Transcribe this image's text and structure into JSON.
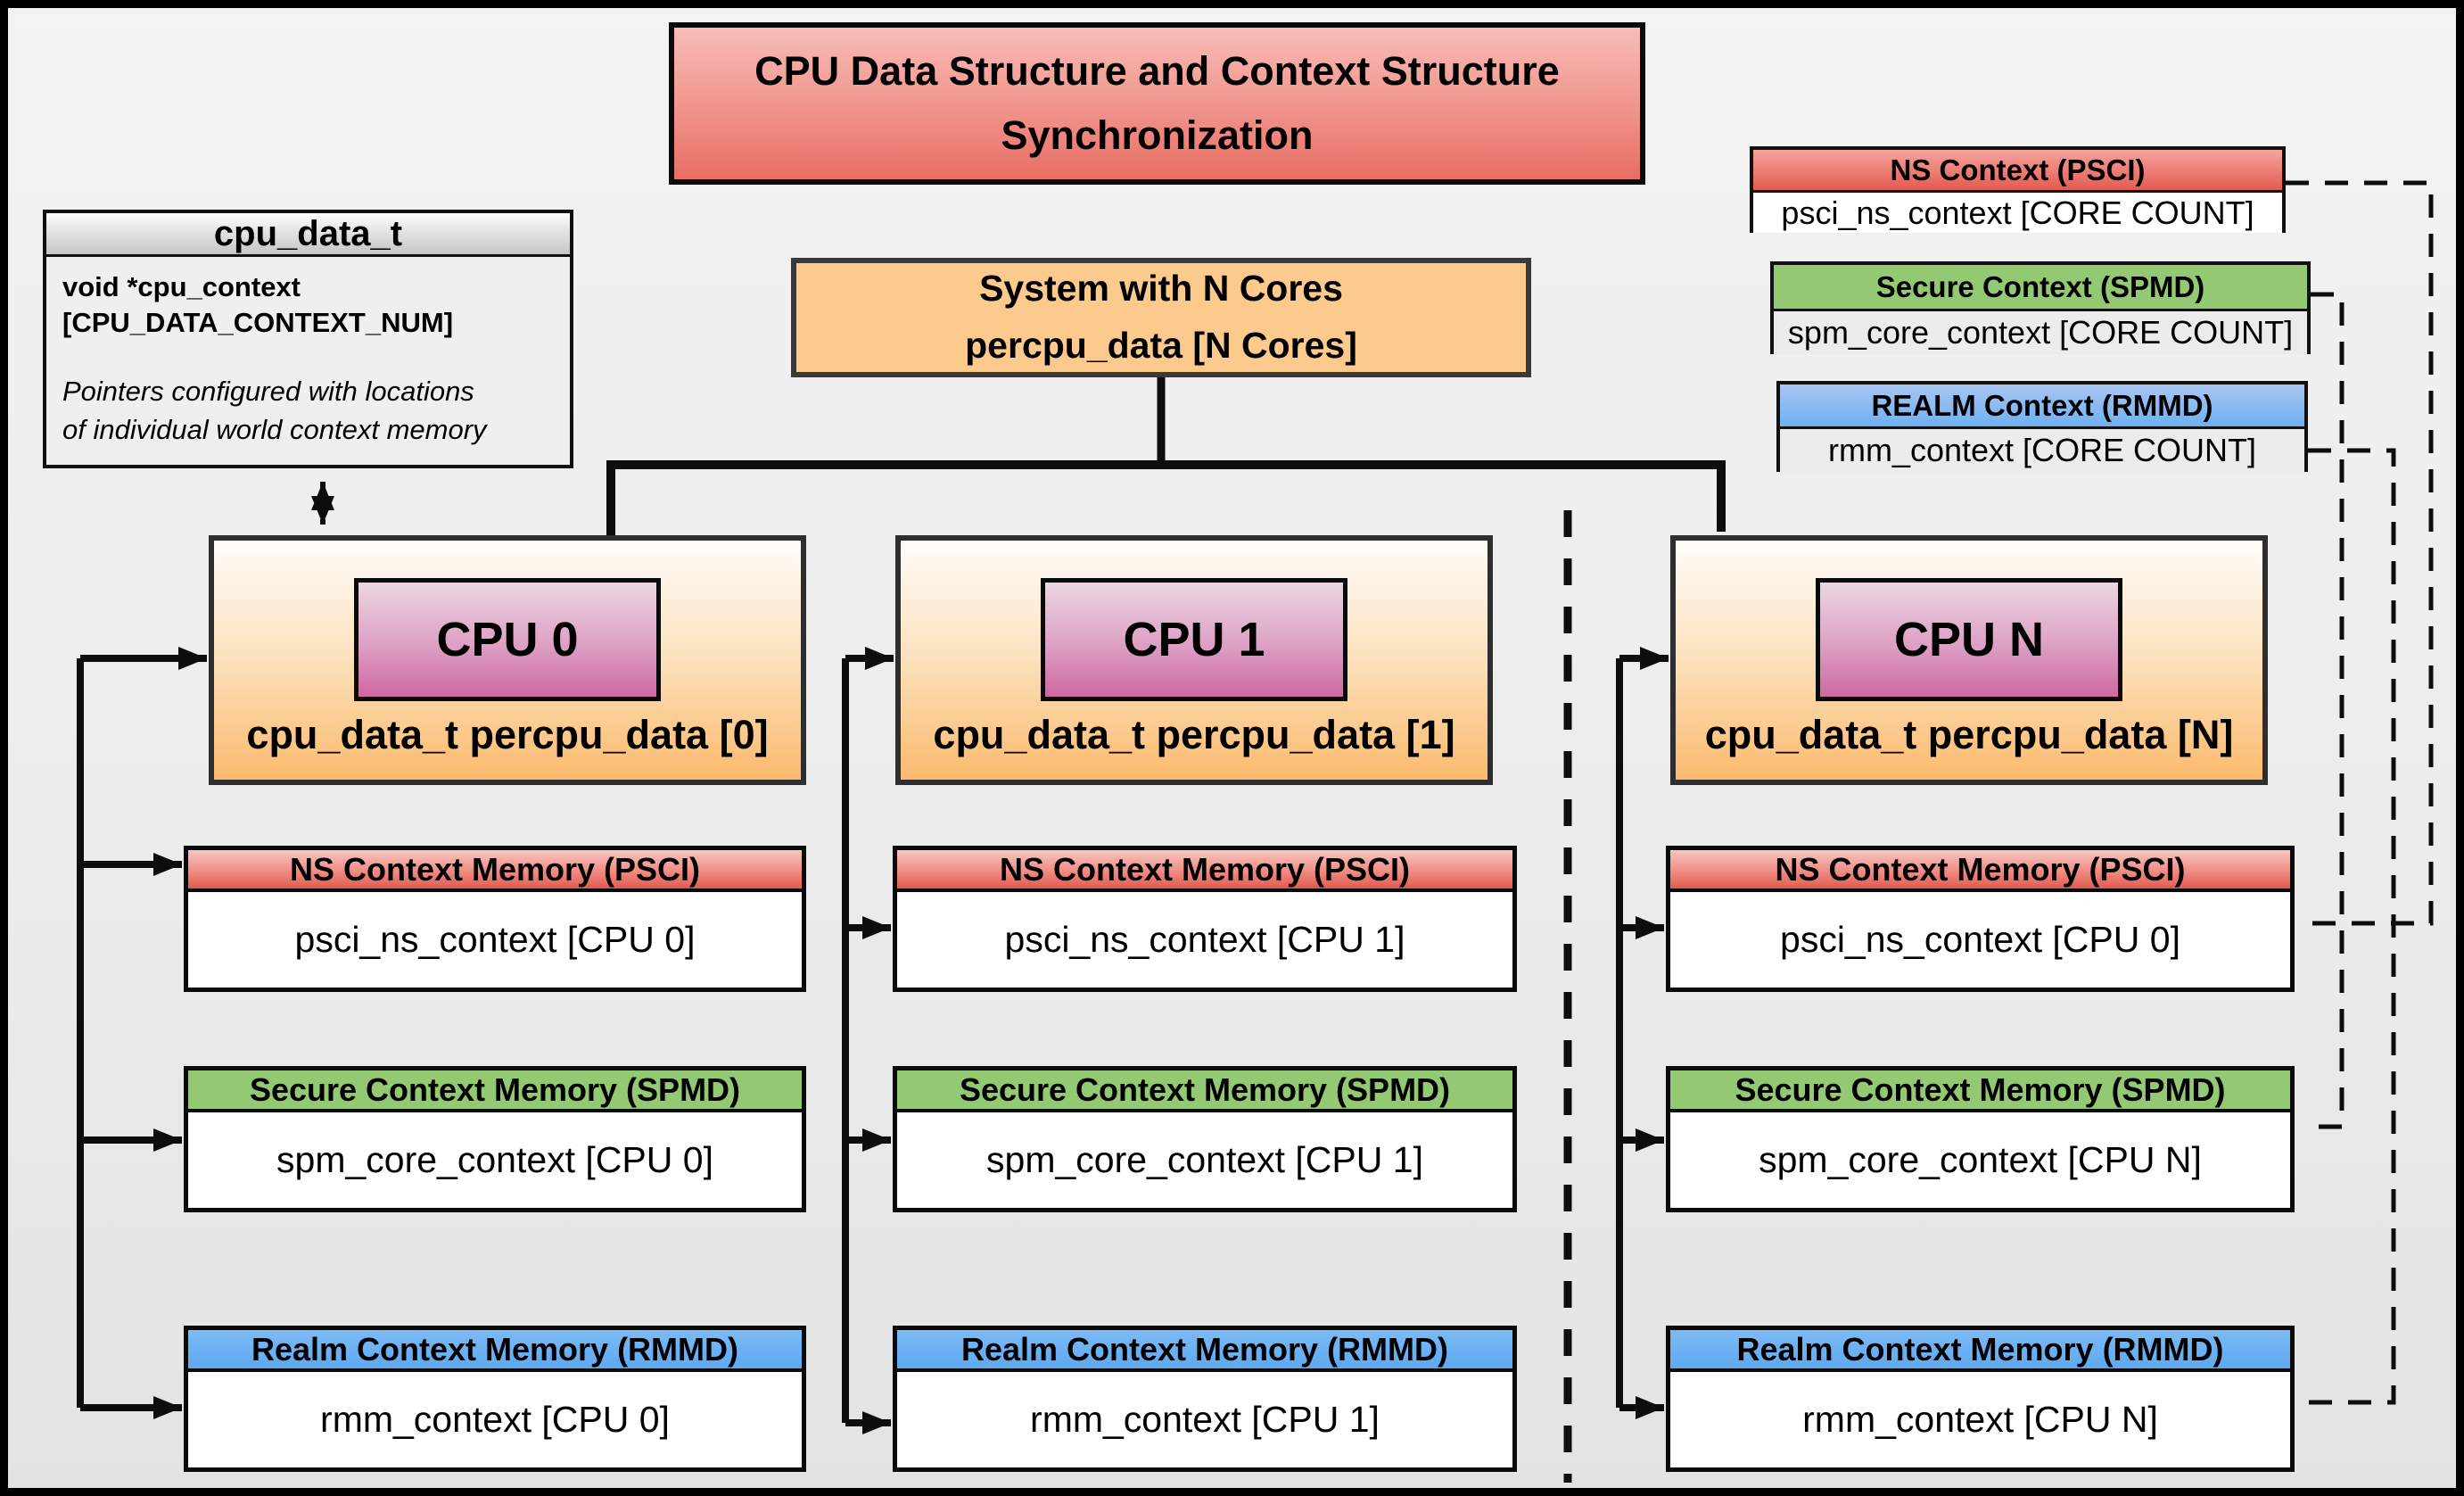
{
  "title": {
    "line1": "CPU Data Structure and Context Structure",
    "line2": "Synchronization"
  },
  "cpu_data_t_box": {
    "header": "cpu_data_t",
    "field_line1": "void *cpu_context",
    "field_line2": "[CPU_DATA_CONTEXT_NUM]",
    "note_line1": "Pointers configured with locations",
    "note_line2": "of individual world context memory"
  },
  "system_box": {
    "line1": "System with N Cores",
    "line2": "percpu_data [N Cores]"
  },
  "legend": {
    "ns": {
      "header": "NS Context  (PSCI)",
      "body": "psci_ns_context [CORE COUNT]",
      "header_color": "#e35b50"
    },
    "secure": {
      "header": "Secure Context (SPMD)",
      "body": "spm_core_context [CORE COUNT]",
      "header_color": "#94c973"
    },
    "realm": {
      "header": "REALM Context (RMMD)",
      "body": "rmm_context [CORE COUNT]",
      "header_color": "#6fb0f2"
    }
  },
  "cpus": [
    {
      "badge": "CPU 0",
      "label": "cpu_data_t percpu_data [0]",
      "ns_header": "NS Context Memory (PSCI)",
      "ns_body": "psci_ns_context [CPU 0]",
      "secure_header": "Secure Context Memory (SPMD)",
      "secure_body": "spm_core_context [CPU 0]",
      "realm_header": "Realm Context Memory (RMMD)",
      "realm_body": "rmm_context [CPU 0]"
    },
    {
      "badge": "CPU 1",
      "label": "cpu_data_t percpu_data [1]",
      "ns_header": "NS Context Memory (PSCI)",
      "ns_body": "psci_ns_context [CPU 1]",
      "secure_header": "Secure Context Memory (SPMD)",
      "secure_body": "spm_core_context [CPU 1]",
      "realm_header": "Realm Context Memory (RMMD)",
      "realm_body": "rmm_context [CPU 1]"
    },
    {
      "badge": "CPU N",
      "label": "cpu_data_t percpu_data [N]",
      "ns_header": "NS Context Memory (PSCI)",
      "ns_body": "psci_ns_context [CPU 0]",
      "secure_header": "Secure Context Memory (SPMD)",
      "secure_body": "spm_core_context [CPU N]",
      "realm_header": "Realm Context Memory (RMMD)",
      "realm_body": "rmm_context [CPU N]"
    }
  ],
  "colors": {
    "title_gradient_top": "#f8bcb6",
    "title_gradient_bottom": "#e86e63",
    "system_fill": "#fcca8d",
    "cpu_box_gradient_bottom": "#fbba6e",
    "cpu_badge_gradient_bottom": "#ce68a1",
    "ns_header_red": "#e25a4f",
    "secure_header_green": "#94c973",
    "realm_header_blue": "#5ea9f1",
    "line_color": "#0d0d0d"
  }
}
